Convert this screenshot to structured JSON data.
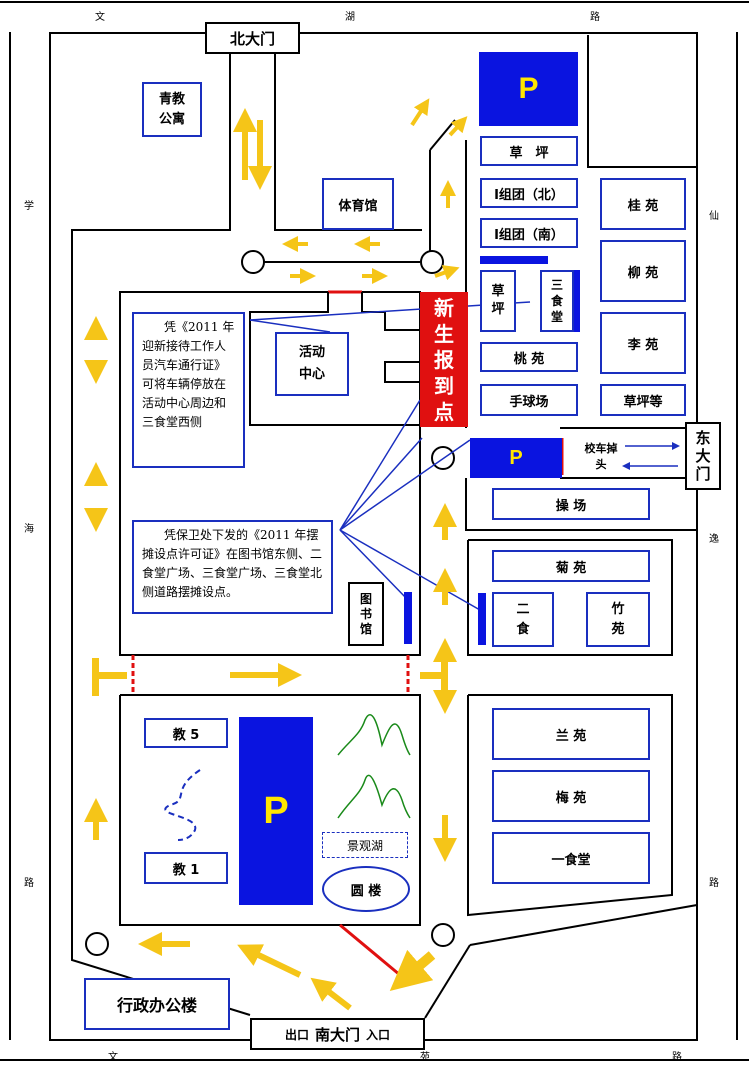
{
  "roads": {
    "top": [
      "文",
      "湖",
      "路"
    ],
    "left": [
      "学",
      "海",
      "路"
    ],
    "right": [
      "仙",
      "逸",
      "路"
    ],
    "bottom": [
      "文",
      "苑",
      "路"
    ]
  },
  "gates": {
    "north": "北大门",
    "east": "东大门",
    "south_exit": "出口",
    "south": "南大门",
    "south_entry": "入口",
    "shuttle": "校车掉头"
  },
  "buildings": {
    "qingjiao": "青教公寓",
    "tiyuguan": "体育馆",
    "caoping1": "草　坪",
    "group_north": "Ⅰ组团（北）",
    "group_south": "Ⅰ组团（南）",
    "caoping2": "草坪",
    "canteen3": "三食堂",
    "guiyuan": "桂 苑",
    "liuyuan": "柳 苑",
    "liyuan": "李 苑",
    "taoyuan": "桃 苑",
    "shouqiuchang": "手球场",
    "caopingdeng": "草坪等",
    "activity": "活动中心",
    "registration": "新生报到点",
    "caochang": "操 场",
    "juyuan": "菊 苑",
    "canteen2": "二食",
    "zhuyuan": "竹苑",
    "library": "图书馆",
    "lanyuan": "兰 苑",
    "meiyuan": "梅 苑",
    "canteen1": "一食堂",
    "jiao5": "教 5",
    "jiao1": "教 1",
    "lake": "景观湖",
    "yuanlou": "圆 楼",
    "admin": "行政办公楼",
    "parking": "P"
  },
  "notes": {
    "parking_pass": "凭《2011 年迎新接待工作人员汽车通行证》可将车辆停放在活动中心周边和三食堂西侧",
    "stall_permit": "凭保卫处下发的《2011 年摆摊设点许可证》在图书馆东侧、二食堂广场、三食堂广场、三食堂北侧道路摆摊设点。"
  },
  "colors": {
    "parking": "#0a14e0",
    "parking_text": "#ffe600",
    "arrow": "#f5c518",
    "registration": "#e01010",
    "border": "#1a2fbf"
  }
}
